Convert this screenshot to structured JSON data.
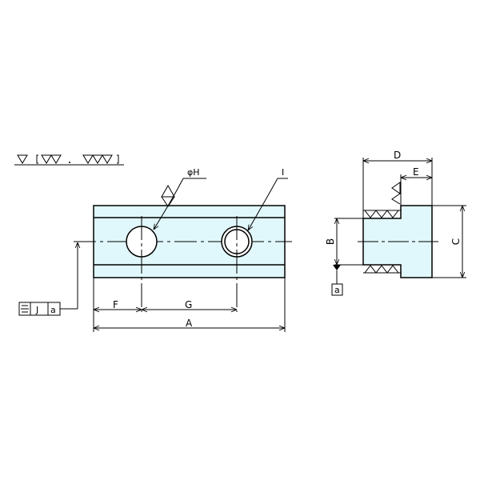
{
  "drawing": {
    "fill_color": "#e0f8fb",
    "line_color": "#000000",
    "surface_finish_note": {
      "general": "▽",
      "others": [
        "▽▽",
        "▽▽▽"
      ],
      "separator": ","
    },
    "front_view": {
      "hole_label": "φH",
      "threaded_hole_label": "I",
      "dimensions": {
        "overall_length": "A",
        "first_hole_offset": "F",
        "hole_pitch": "G"
      }
    },
    "side_view": {
      "dimensions": {
        "total_depth": "D",
        "step_depth": "E",
        "narrow_height": "B",
        "full_height": "C"
      },
      "datum_label": "a"
    },
    "tolerance_frame": {
      "symbol": "symmetry",
      "value": "J",
      "datum": "a"
    }
  }
}
